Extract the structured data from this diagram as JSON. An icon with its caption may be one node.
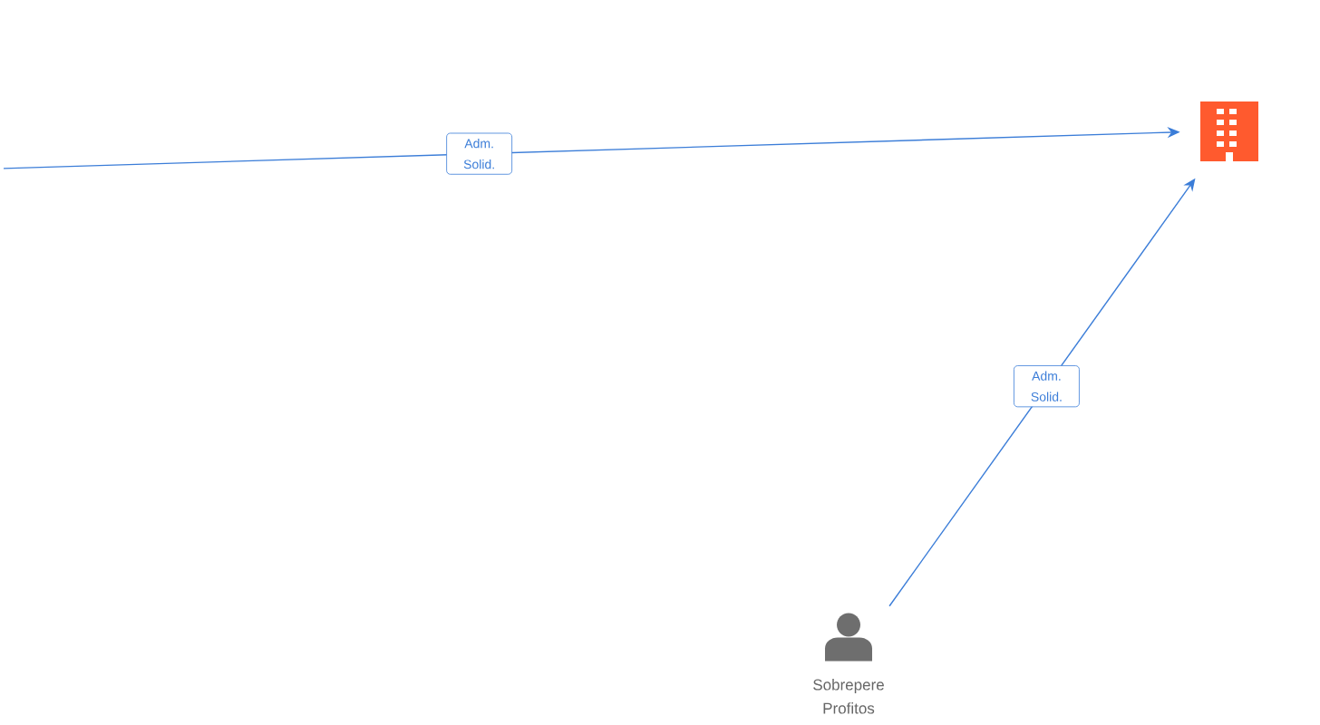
{
  "diagram": {
    "nodes": [
      {
        "text": [],
        "shape": "building"
      },
      {
        "text": [
          "Sobrepere Profitos"
        ]
      }
    ],
    "edges": [
      {
        "from": null,
        "to": 0,
        "arrow": "to",
        "label": "Adm. Solid."
      },
      {
        "from": 1,
        "to": 0,
        "arrow": "to",
        "label": "Adm. Solid."
      }
    ]
  }
}
